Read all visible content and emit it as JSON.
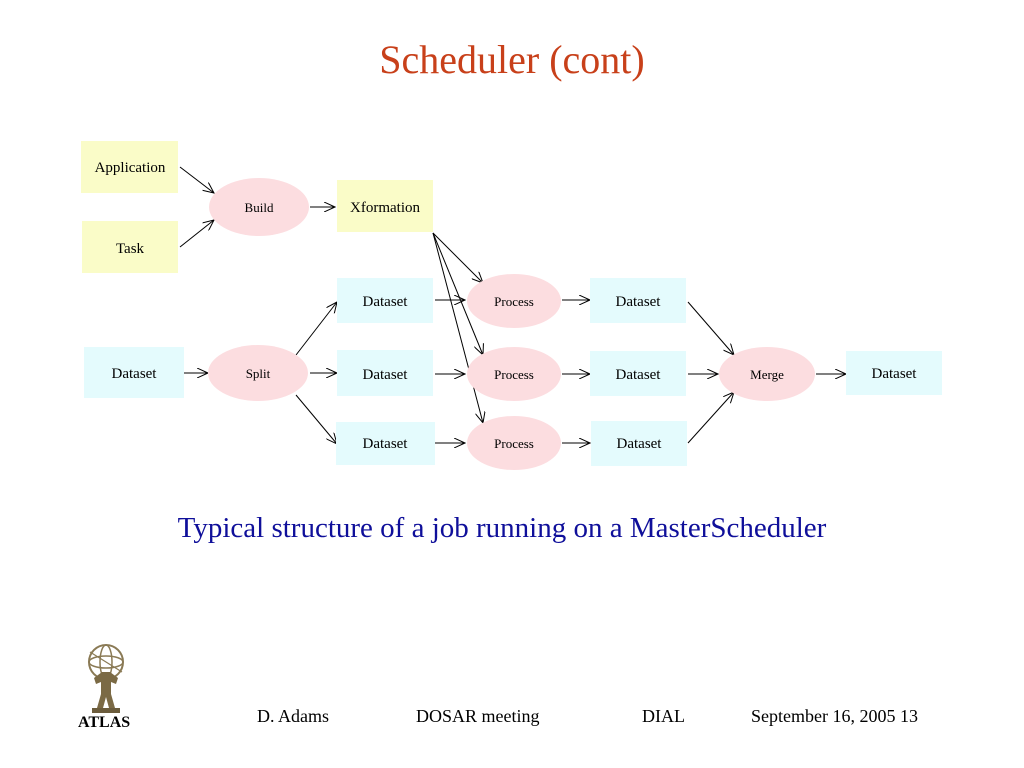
{
  "slide": {
    "title": "Scheduler (cont)",
    "caption": "Typical structure of a job running on a MasterScheduler"
  },
  "diagram": {
    "nodes": {
      "application": "Application",
      "task": "Task",
      "build": "Build",
      "xformation": "Xformation",
      "dataset_in": "Dataset",
      "split": "Split",
      "dataset_split_1": "Dataset",
      "dataset_split_2": "Dataset",
      "dataset_split_3": "Dataset",
      "process_1": "Process",
      "process_2": "Process",
      "process_3": "Process",
      "dataset_out_1": "Dataset",
      "dataset_out_2": "Dataset",
      "dataset_out_3": "Dataset",
      "merge": "Merge",
      "dataset_final": "Dataset"
    },
    "colors": {
      "yellow_box": "#fafcc8",
      "cyan_box": "#e4fbfd",
      "pink_ellipse": "#fcdde0"
    }
  },
  "footer": {
    "logo_label": "ATLAS",
    "author": "D. Adams",
    "meeting": "DOSAR meeting",
    "project": "DIAL",
    "date_page": "September 16, 2005 13"
  }
}
